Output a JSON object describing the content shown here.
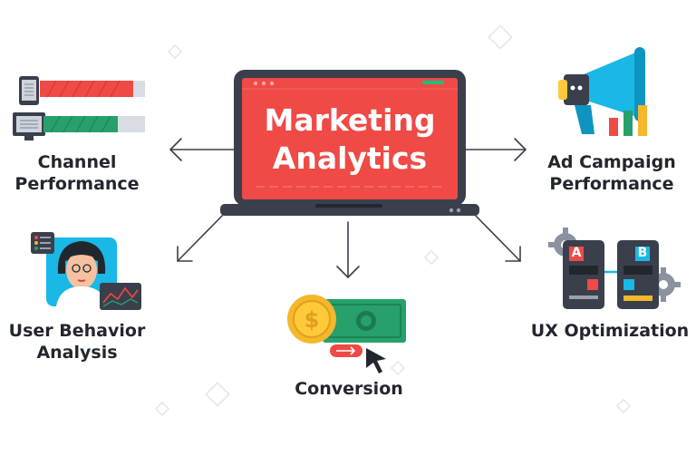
{
  "center": {
    "title_line1": "Marketing",
    "title_line2": "Analytics"
  },
  "nodes": {
    "channel": {
      "line1": "Channel",
      "line2": "Performance",
      "icon": "progress-bars-icon"
    },
    "ad_campaign": {
      "line1": "Ad Campaign",
      "line2": "Performance",
      "icon": "megaphone-icon"
    },
    "user_behavior": {
      "line1": "User Behavior",
      "line2": "Analysis",
      "icon": "user-portrait-icon"
    },
    "conversion": {
      "line1": "Conversion",
      "icon": "coin-banknote-icon"
    },
    "ux": {
      "line1": "UX Optimization",
      "icon": "ab-test-icon"
    }
  },
  "ab_labels": {
    "a": "A",
    "b": "B"
  },
  "colors": {
    "accent_red": "#ef4a45",
    "dark": "#3a3f4b",
    "green": "#27a06b",
    "cyan": "#1ab8e6",
    "gold": "#f5b72b"
  }
}
